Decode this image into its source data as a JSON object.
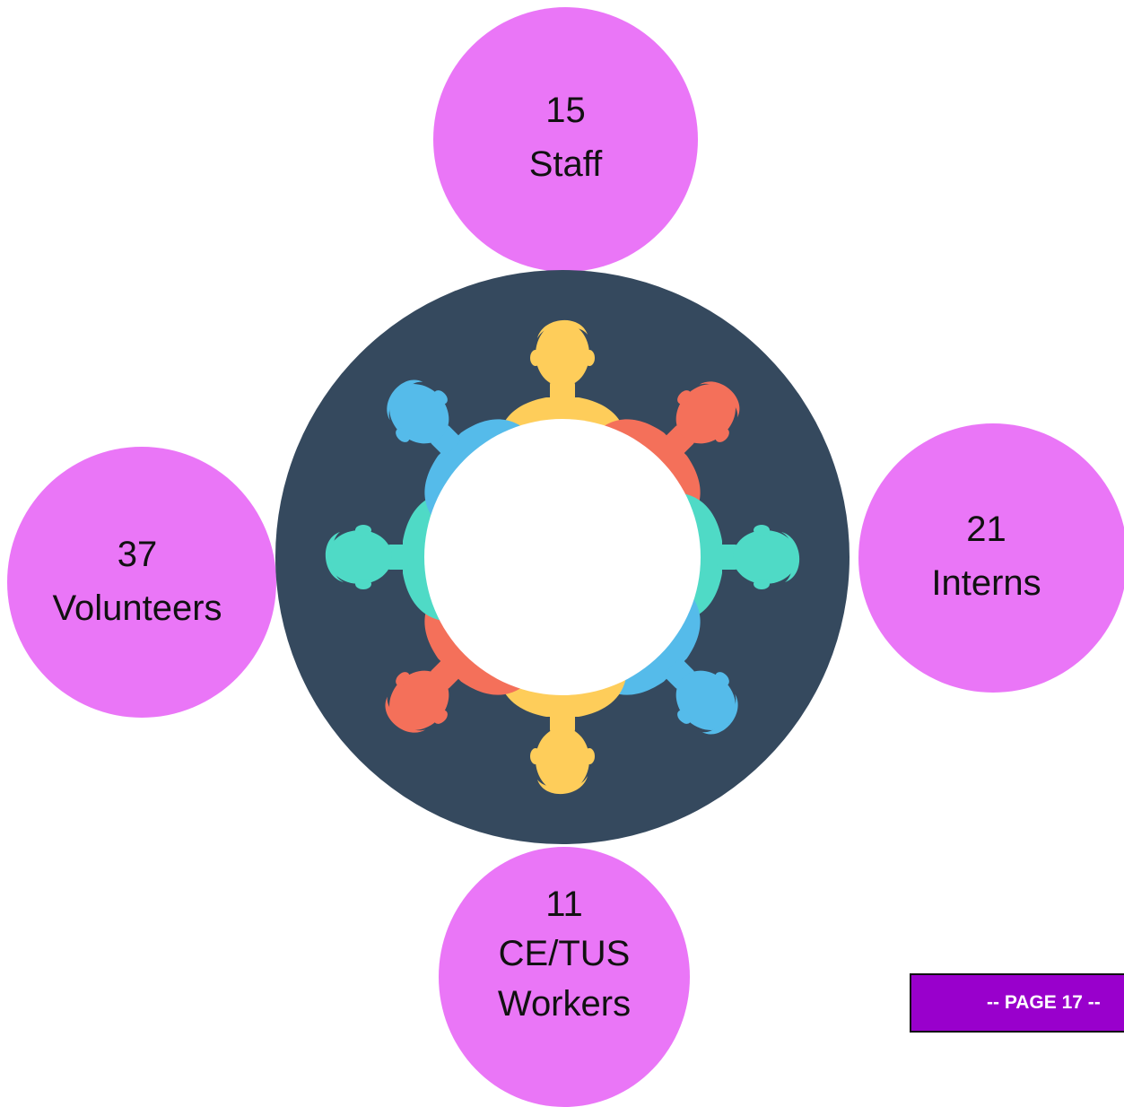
{
  "bubbles": {
    "staff": {
      "count": "15",
      "label": "Staff"
    },
    "volunteers": {
      "count": "37",
      "label": "Volunteers"
    },
    "interns": {
      "count": "21",
      "label": "Interns"
    },
    "workers": {
      "count": "11",
      "label_line1": "CE/TUS",
      "label_line2": "Workers"
    }
  },
  "page_label": "-- PAGE 17 --",
  "colors": {
    "bubble": "#ea76f7",
    "ring": "#35495e",
    "yellow": "#fecd5a",
    "red": "#f4705a",
    "blue": "#55bbea",
    "teal": "#4fdac6",
    "page_box": "#9900cc"
  },
  "icons": [
    "team-circle-icon"
  ]
}
